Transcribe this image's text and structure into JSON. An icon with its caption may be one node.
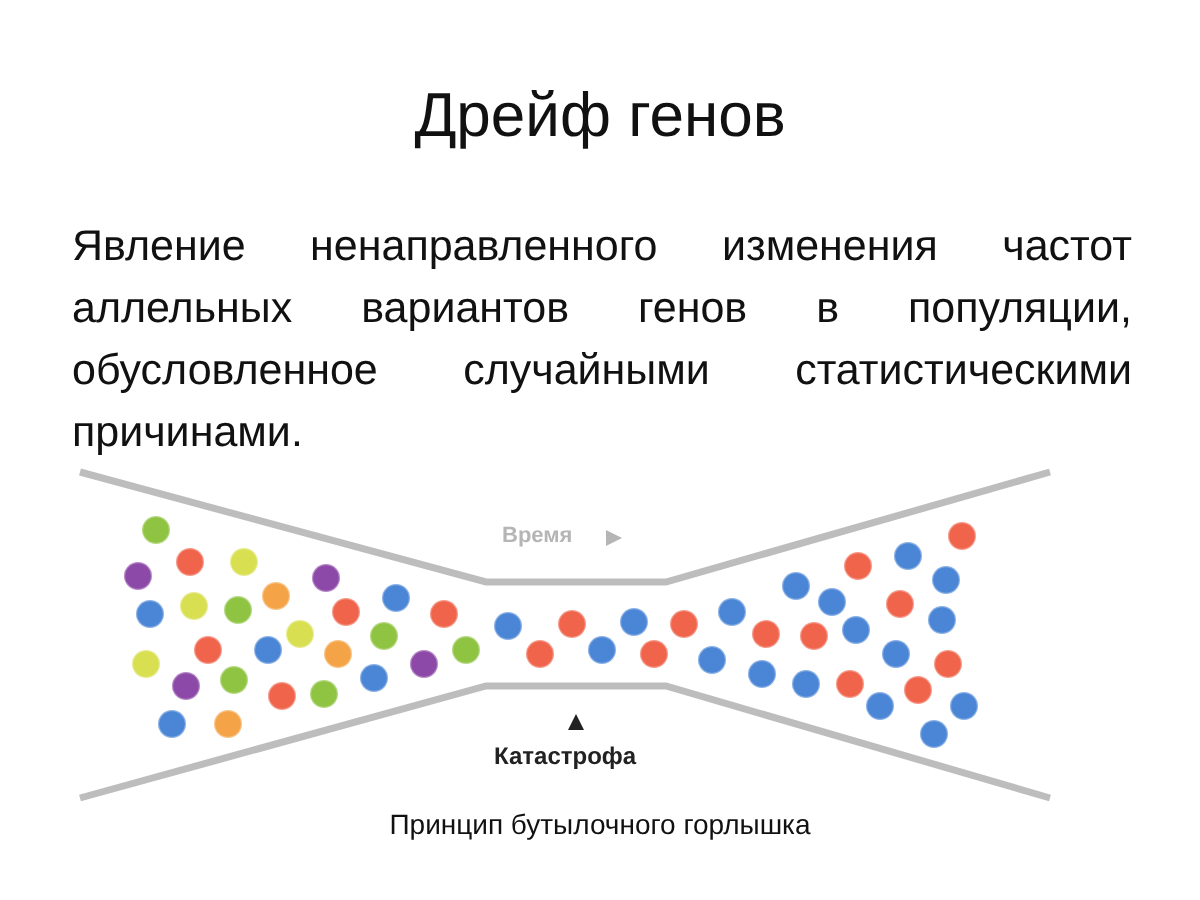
{
  "diagram": {
    "title": "Дрейф генов",
    "caption": "Принцип бутылочного горлышка",
    "labels": [
      "Явление ненаправленного изменения частот аллельных вариантов генов в популяции, обусловленное случайными статистическими причинами.",
      "Время",
      "Катастрофа"
    ]
  }
}
